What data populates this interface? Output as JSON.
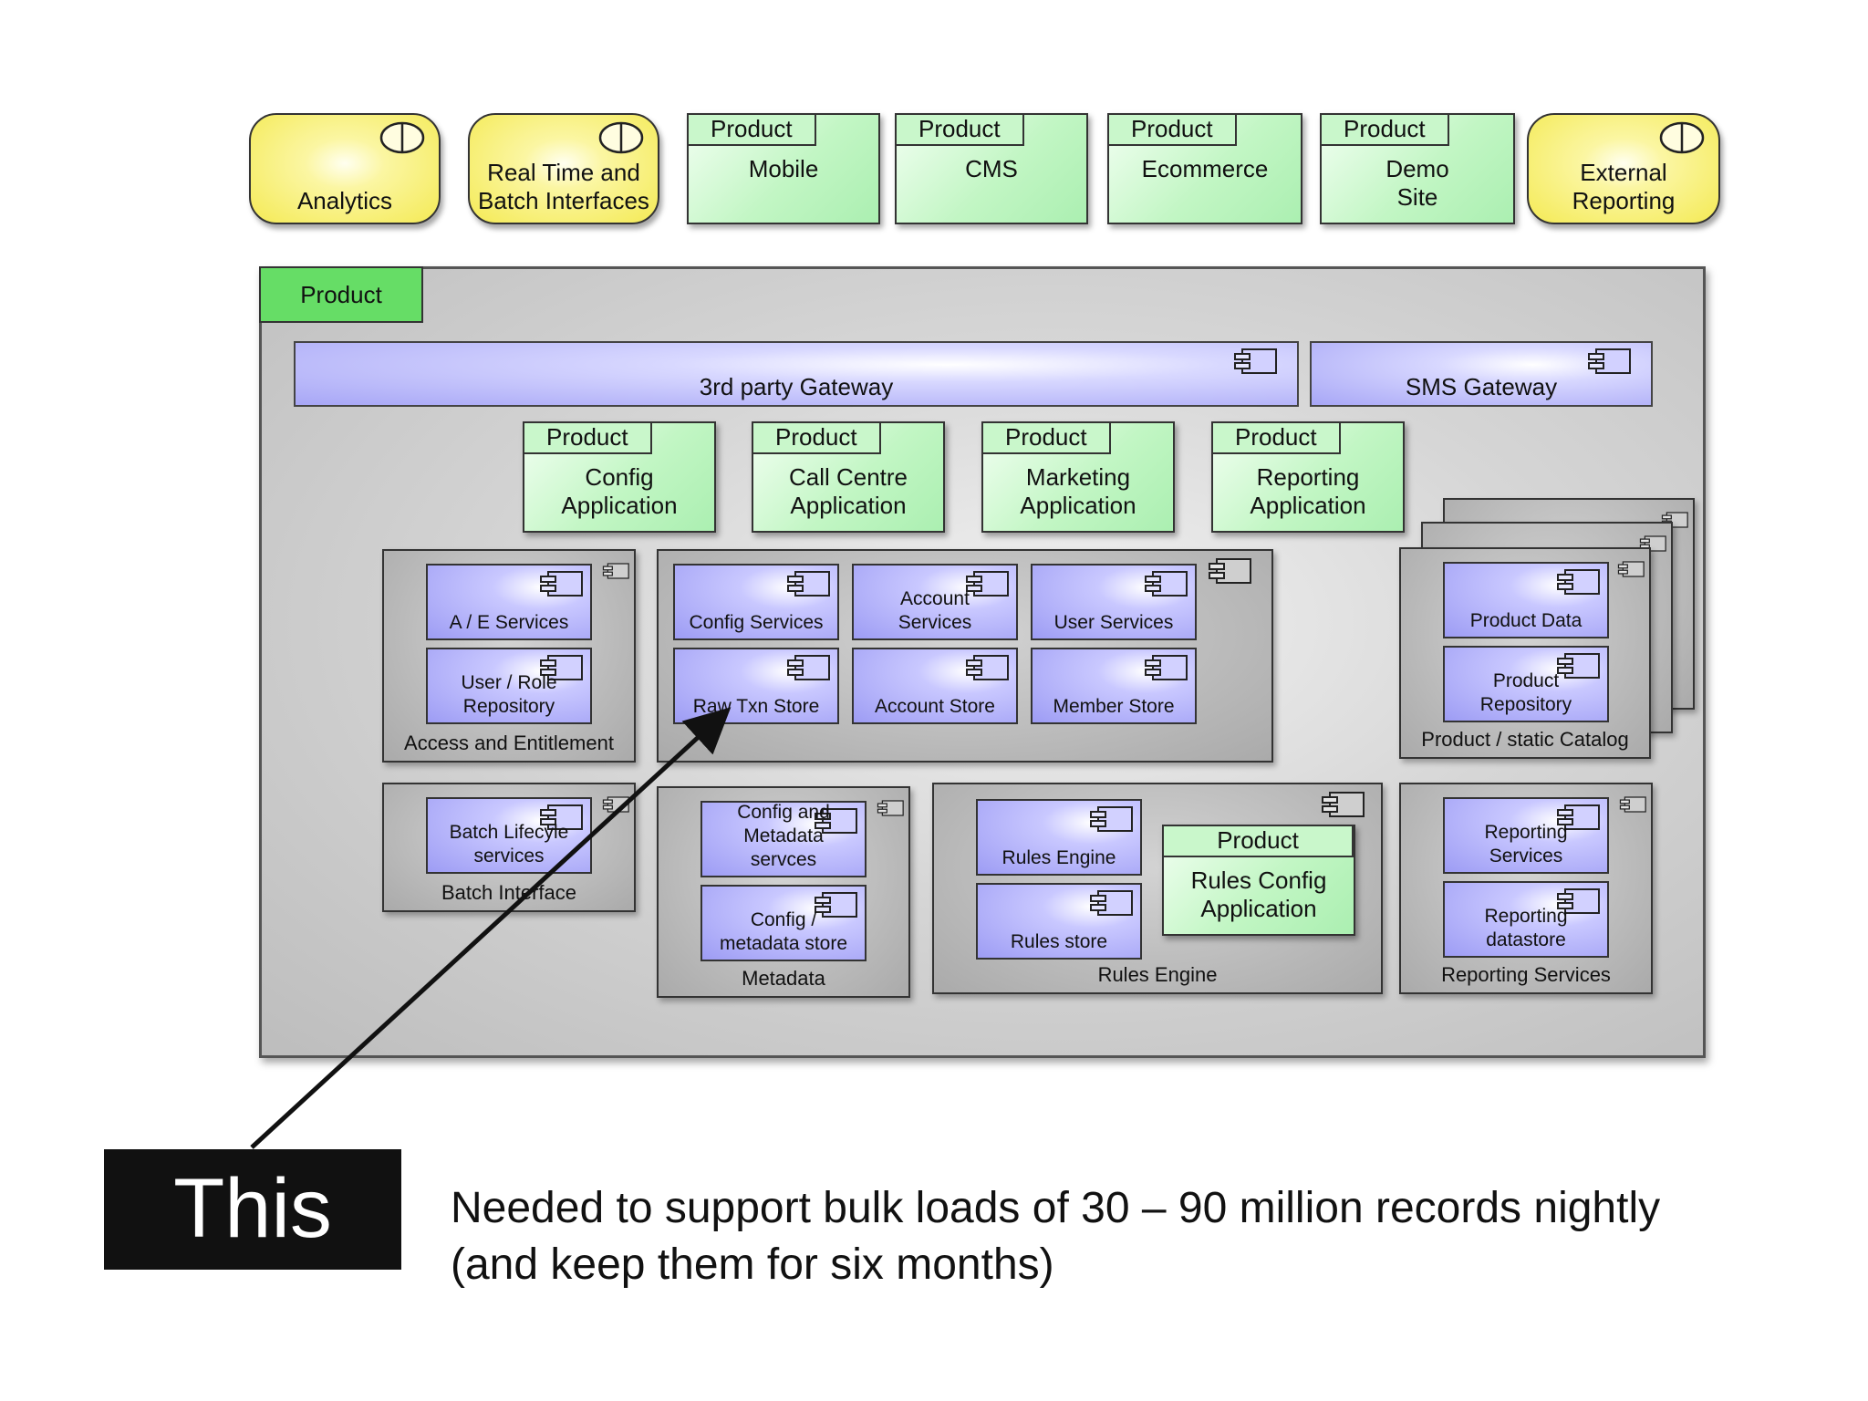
{
  "interfaces": [
    {
      "id": "analytics",
      "label": "Analytics"
    },
    {
      "id": "realtime",
      "label": "Real Time and\nBatch Interfaces"
    },
    {
      "id": "external",
      "label": "External\nReporting"
    }
  ],
  "top_products": [
    {
      "tag": "Product",
      "label": "Mobile"
    },
    {
      "tag": "Product",
      "label": "CMS"
    },
    {
      "tag": "Product",
      "label": "Ecommerce"
    },
    {
      "tag": "Product",
      "label": "Demo\nSite"
    }
  ],
  "main": {
    "tab": "Product",
    "gateways": [
      {
        "label": "3rd party Gateway"
      },
      {
        "label": "SMS Gateway"
      }
    ],
    "applications": [
      {
        "tag": "Product",
        "label": "Config\nApplication"
      },
      {
        "tag": "Product",
        "label": "Call Centre\nApplication"
      },
      {
        "tag": "Product",
        "label": "Marketing\nApplication"
      },
      {
        "tag": "Product",
        "label": "Reporting\nApplication"
      }
    ],
    "access": {
      "label": "Access and Entitlement",
      "components": [
        "A / E Services",
        "User / Role\nRepository"
      ]
    },
    "core": {
      "components": [
        "Config Services",
        "Account\nServices",
        "User Services",
        "Raw Txn Store",
        "Account Store",
        "Member Store"
      ]
    },
    "catalog": {
      "label": "Product / static Catalog",
      "components": [
        "Product Data",
        "Product\nRepository"
      ]
    },
    "batch": {
      "label": "Batch Interface",
      "components": [
        "Batch Lifecyle\nservices"
      ]
    },
    "metadata": {
      "label": "Metadata",
      "components": [
        "Config and\nMetadata\nservces",
        "Config /\nmetadata store"
      ]
    },
    "rules": {
      "label": "Rules Engine",
      "components": [
        "Rules Engine",
        "Rules store"
      ],
      "app": {
        "tag": "Product",
        "label": "Rules Config\nApplication"
      }
    },
    "reporting": {
      "label": "Reporting Services",
      "components": [
        "Reporting\nServices",
        "Reporting\ndatastore"
      ]
    }
  },
  "callout": {
    "label": "This",
    "note": "Needed to support bulk loads of 30 – 90 million records nightly\n(and keep them for six months)"
  },
  "colors": {
    "interface_yellow": "#f4ea55",
    "product_green": "#abefb1",
    "main_tab_green": "#66dd66",
    "component_purple": "#9d9cf4",
    "group_gray": "#aaaaaa"
  }
}
